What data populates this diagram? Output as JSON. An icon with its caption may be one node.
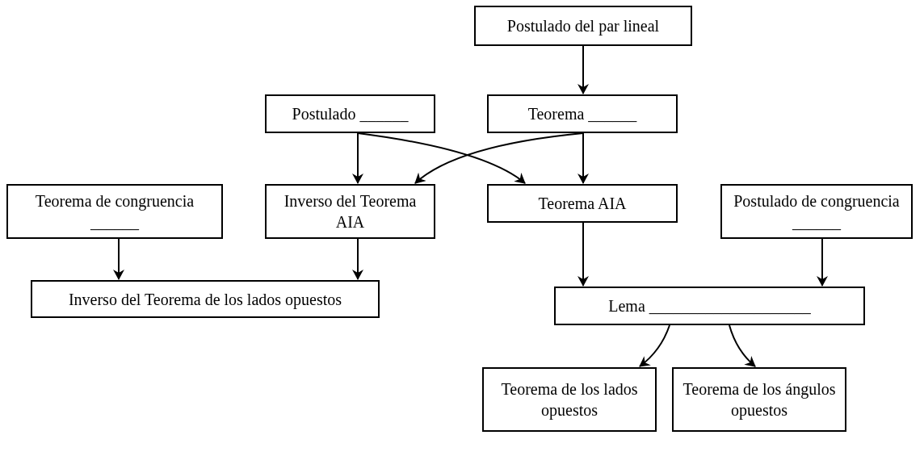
{
  "diagram": {
    "nodes": [
      {
        "text": [
          "Postulado del par lineal"
        ]
      },
      {
        "text": [
          "Postulado ______"
        ]
      },
      {
        "text": [
          "Teorema ______"
        ]
      },
      {
        "text": [
          "Teorema de congruencia ______"
        ]
      },
      {
        "text": [
          "Inverso del Teorema AIA"
        ]
      },
      {
        "text": [
          "Teorema AIA"
        ]
      },
      {
        "text": [
          "Postulado de congruencia ______"
        ]
      },
      {
        "text": [
          "Inverso del Teorema de los lados opuestos"
        ]
      },
      {
        "text": [
          "Lema ____________________"
        ]
      },
      {
        "text": [
          "Teorema de los lados opuestos"
        ]
      },
      {
        "text": [
          "Teorema de los ángulos opuestos"
        ]
      }
    ],
    "edges": [
      {
        "from": 0,
        "to": 2,
        "arrow": "to"
      },
      {
        "from": 1,
        "to": 4,
        "arrow": "to"
      },
      {
        "from": 1,
        "to": 5,
        "arrow": "to"
      },
      {
        "from": 2,
        "to": 5,
        "arrow": "to"
      },
      {
        "from": 2,
        "to": 4,
        "arrow": "to"
      },
      {
        "from": 5,
        "to": 8,
        "arrow": "to"
      },
      {
        "from": 6,
        "to": 8,
        "arrow": "to"
      },
      {
        "from": 3,
        "to": 7,
        "arrow": "to"
      },
      {
        "from": 4,
        "to": 7,
        "arrow": "to"
      },
      {
        "from": 8,
        "to": 9,
        "arrow": "to"
      },
      {
        "from": 8,
        "to": 10,
        "arrow": "to"
      }
    ]
  }
}
